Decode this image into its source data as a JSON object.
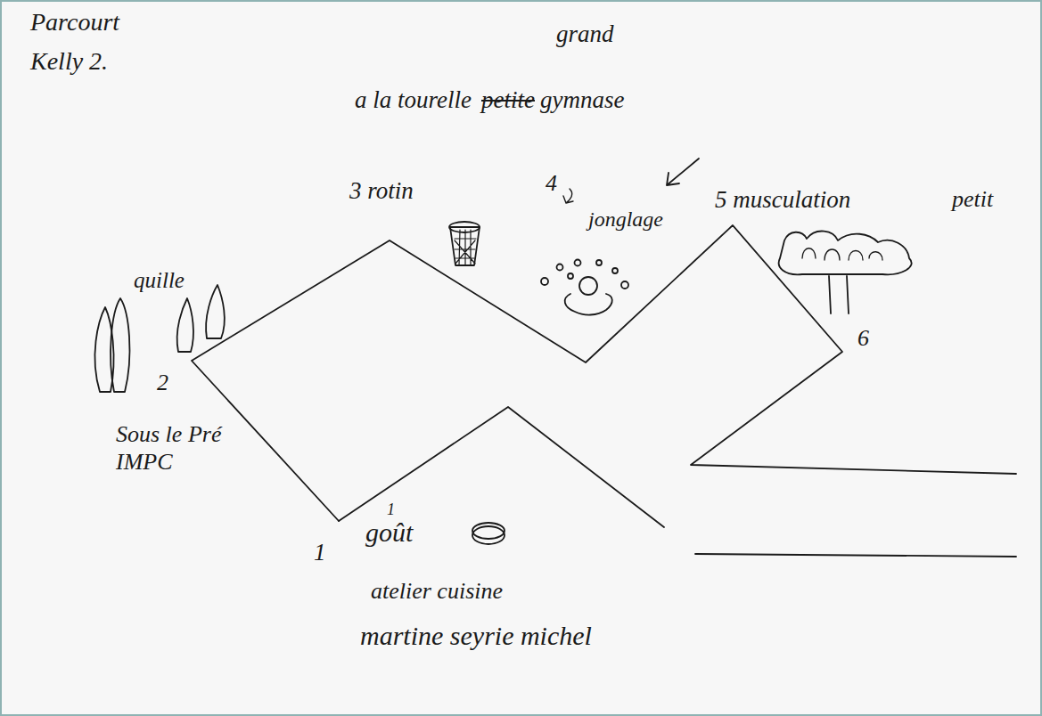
{
  "diagram": {
    "labels": [
      "Parcourt",
      "Kelly 2.",
      "grand",
      "a la tourelle",
      "petite",
      "gymnase",
      "3 rotin",
      "4",
      "jonglage",
      "5 musculation",
      "petit",
      "quille",
      "2",
      "6",
      "Sous le Pré IMPC",
      "1",
      "1",
      "goût",
      "atelier cuisine",
      "martine seyrie michel"
    ]
  }
}
